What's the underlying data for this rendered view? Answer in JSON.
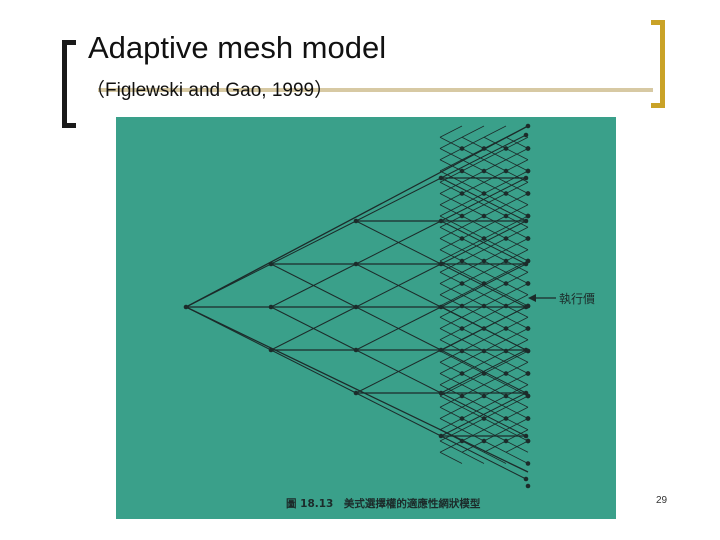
{
  "slide": {
    "title": "Adaptive mesh model",
    "subtitle": "（Figlewski and Gao, 1999）",
    "page_number": "29"
  },
  "figure": {
    "background_color": "#3aa08a",
    "line_color": "#1c2b2a",
    "strike_label": "執行價",
    "caption": "圖 18.13　美式選擇權的適應性網狀模型"
  },
  "colors": {
    "left_bracket": "#1a1a1a",
    "right_bracket": "#c9a227",
    "title_rule": "#d7c9a3"
  }
}
